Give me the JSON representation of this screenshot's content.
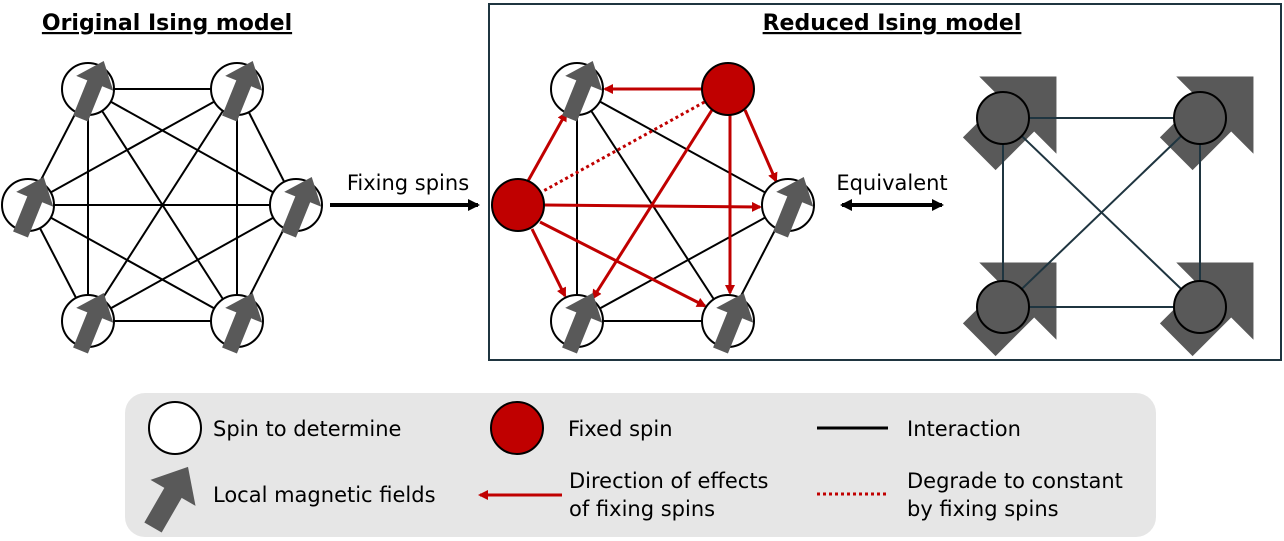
{
  "titles": {
    "original": "Original Ising model",
    "reduced": "Reduced Ising model"
  },
  "arrows": {
    "fixing": "Fixing spins",
    "equivalent": "Equivalent"
  },
  "legend": {
    "spin_to_determine": "Spin to determine",
    "fixed_spin": "Fixed spin",
    "interaction": "Interaction",
    "local_fields": "Local magnetic fields",
    "direction_line1": "Direction of effects",
    "direction_line2": "of fixing spins",
    "degrade_line1": "Degrade to constant",
    "degrade_line2": "by fixing spins"
  },
  "colors": {
    "fixed_spin": "#c00000",
    "field_arrow": "#595959",
    "node_dark": "#595959",
    "box_border": "#1f3540",
    "legend_bg": "#e6e6e6"
  }
}
